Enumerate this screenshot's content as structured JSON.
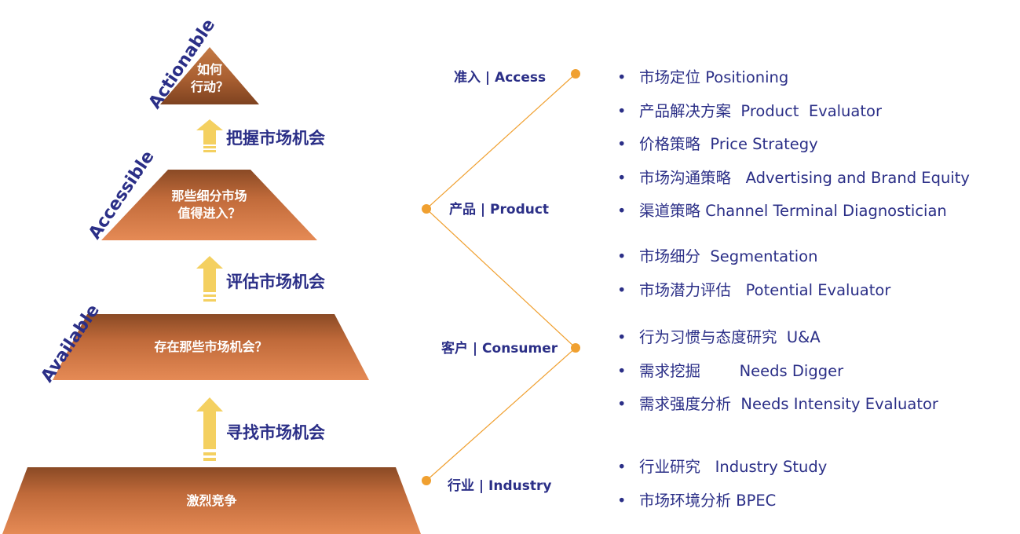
{
  "pyramid": {
    "apex_label": [
      "如何",
      "行动？"
    ],
    "tiers": [
      {
        "name": "accessible",
        "label": [
          "那些细分市场",
          "值得进入？"
        ]
      },
      {
        "name": "available",
        "label": [
          "存在那些市场机会？"
        ]
      },
      {
        "name": "base",
        "label": [
          "激烈竞争"
        ]
      }
    ],
    "slope_labels": {
      "actionable": "Actionable",
      "accessible": "Accessible",
      "available": "Available"
    },
    "steps": {
      "grasp": "把握市场机会",
      "evaluate": "评估市场机会",
      "find": "寻找市场机会"
    }
  },
  "nodes": {
    "access": "准入 | Access",
    "product": "产品 | Product",
    "consumer": "客户 | Consumer",
    "industry": "行业 | Industry"
  },
  "bullet_groups": [
    [
      "市场定位 Positioning",
      "产品解决方案  Product  Evaluator",
      "价格策略  Price Strategy",
      "市场沟通策略   Advertising and Brand Equity",
      "渠道策略 Channel Terminal Diagnostician"
    ],
    [
      "市场细分  Segmentation",
      "市场潜力评估   Potential Evaluator"
    ],
    [
      "行为习惯与态度研究  U&A",
      "需求挖掘        Needs Digger",
      "需求强度分析  Needs Intensity Evaluator"
    ],
    [
      "行业研究   Industry Study",
      "市场环境分析 BPEC"
    ]
  ],
  "colors": {
    "text_primary": "#2b2f87",
    "tier_gradient_top": "#8a4a25",
    "tier_gradient_bottom": "#e58a55",
    "arrow": "#f4d060",
    "connector": "#f0a030"
  }
}
